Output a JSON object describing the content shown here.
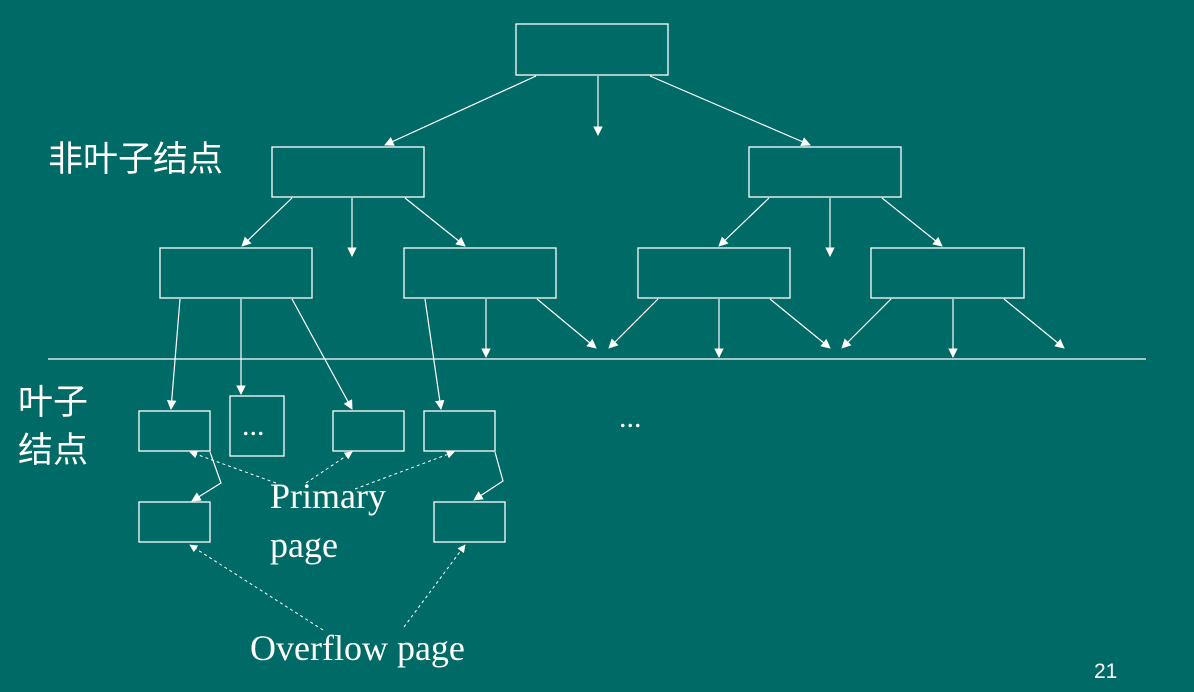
{
  "labels": {
    "non_leaf_heading": "非叶子结点",
    "leaf_heading_line1": "叶子",
    "leaf_heading_line2": "结点",
    "primary_page_line1": "Primary",
    "primary_page_line2": "page",
    "overflow_page": "Overflow page",
    "box_ellipsis": "...",
    "row_ellipsis": "...",
    "page_number": "21"
  },
  "colors": {
    "background": "#006a66",
    "foreground": "#ffffff"
  }
}
